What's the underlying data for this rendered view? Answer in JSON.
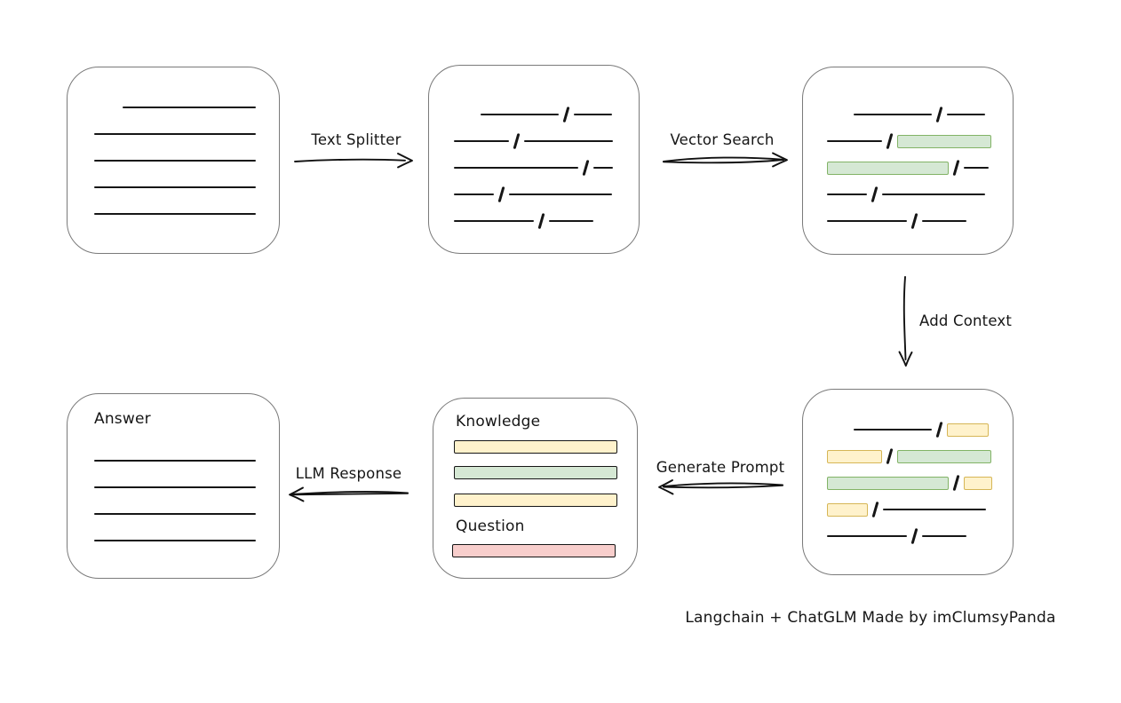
{
  "diagram": {
    "attribution": "Langchain + ChatGLM Made by imClumsyPanda",
    "colors": {
      "green-fill": "#d5e8d4",
      "green-border": "#82b366",
      "yellow-fill": "#fff2cc",
      "yellow-border": "#d6b656",
      "red-fill": "#f8cecc",
      "red-border": "#b85450",
      "ink": "#161616",
      "box-border": "#7a7a7a"
    },
    "arrows": [
      {
        "id": "text-splitter",
        "label": "Text Splitter",
        "direction": "right"
      },
      {
        "id": "vector-search",
        "label": "Vector Search",
        "direction": "right"
      },
      {
        "id": "add-context",
        "label": "Add Context",
        "direction": "down"
      },
      {
        "id": "generate-prompt",
        "label": "Generate Prompt",
        "direction": "left"
      },
      {
        "id": "llm-response",
        "label": "LLM Response",
        "direction": "left"
      }
    ],
    "boxes": {
      "document": {
        "rows": [
          [
            {
              "t": "space",
              "w": 32
            },
            {
              "t": "line",
              "w": 150
            }
          ],
          [
            {
              "t": "line",
              "w": 182
            }
          ],
          [
            {
              "t": "line",
              "w": 182
            }
          ],
          [
            {
              "t": "line",
              "w": 182
            }
          ],
          [
            {
              "t": "line",
              "w": 182
            }
          ]
        ]
      },
      "split": {
        "rows": [
          [
            {
              "t": "space",
              "w": 30
            },
            {
              "t": "line",
              "w": 88
            },
            {
              "t": "slash"
            },
            {
              "t": "line",
              "w": 43
            }
          ],
          [
            {
              "t": "line",
              "w": 62
            },
            {
              "t": "slash"
            },
            {
              "t": "line",
              "w": 100
            }
          ],
          [
            {
              "t": "line",
              "w": 140
            },
            {
              "t": "slash"
            },
            {
              "t": "line",
              "w": 22
            }
          ],
          [
            {
              "t": "line",
              "w": 45
            },
            {
              "t": "slash"
            },
            {
              "t": "line",
              "w": 116
            }
          ],
          [
            {
              "t": "line",
              "w": 90
            },
            {
              "t": "slash"
            },
            {
              "t": "line",
              "w": 50
            }
          ]
        ]
      },
      "matched": {
        "rows": [
          [
            {
              "t": "space",
              "w": 30
            },
            {
              "t": "line",
              "w": 88
            },
            {
              "t": "slash"
            },
            {
              "t": "line",
              "w": 43
            }
          ],
          [
            {
              "t": "line",
              "w": 62
            },
            {
              "t": "slash"
            },
            {
              "t": "green",
              "w": 104
            }
          ],
          [
            {
              "t": "green",
              "w": 135
            },
            {
              "t": "slash"
            },
            {
              "t": "line",
              "w": 28
            }
          ],
          [
            {
              "t": "line",
              "w": 45
            },
            {
              "t": "slash"
            },
            {
              "t": "line",
              "w": 116
            }
          ],
          [
            {
              "t": "line",
              "w": 90
            },
            {
              "t": "slash"
            },
            {
              "t": "line",
              "w": 50
            }
          ]
        ]
      },
      "context": {
        "rows": [
          [
            {
              "t": "space",
              "w": 30
            },
            {
              "t": "line",
              "w": 88
            },
            {
              "t": "slash"
            },
            {
              "t": "yellow",
              "w": 45
            }
          ],
          [
            {
              "t": "yellow",
              "w": 60
            },
            {
              "t": "slash"
            },
            {
              "t": "green",
              "w": 104
            }
          ],
          [
            {
              "t": "green",
              "w": 135
            },
            {
              "t": "slash"
            },
            {
              "t": "yellow",
              "w": 30
            }
          ],
          [
            {
              "t": "yellow",
              "w": 44
            },
            {
              "t": "slash"
            },
            {
              "t": "line",
              "w": 116
            }
          ],
          [
            {
              "t": "line",
              "w": 90
            },
            {
              "t": "slash"
            },
            {
              "t": "line",
              "w": 50
            }
          ]
        ]
      },
      "prompt": {
        "knowledge_label": "Knowledge",
        "question_label": "Question",
        "knowledge_bars": [
          "yellow",
          "green",
          "yellow"
        ],
        "question_bars": [
          "red"
        ]
      },
      "answer": {
        "label": "Answer",
        "rows": [
          [
            {
              "t": "line",
              "w": 182
            }
          ],
          [
            {
              "t": "line",
              "w": 182
            }
          ],
          [
            {
              "t": "line",
              "w": 182
            }
          ],
          [
            {
              "t": "line",
              "w": 182
            }
          ]
        ]
      }
    }
  }
}
